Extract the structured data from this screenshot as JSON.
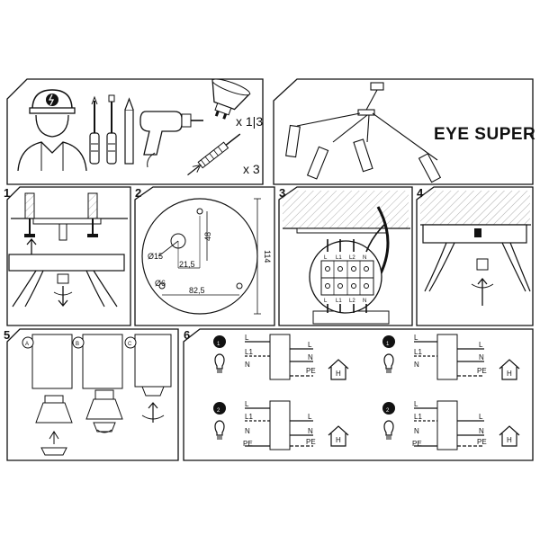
{
  "header": {
    "product_name": "EYE SUPER",
    "bulb_quantity": "x 1|3",
    "anchor_quantity": "x 3"
  },
  "steps": [
    {
      "number": "1"
    },
    {
      "number": "2"
    },
    {
      "number": "3"
    },
    {
      "number": "4"
    },
    {
      "number": "5"
    },
    {
      "number": "6"
    }
  ],
  "step2": {
    "dims": {
      "d15": "Ø15",
      "d6": "Ø6",
      "h48": "48",
      "w21": "21,5",
      "w82": "82,5",
      "h114": "114"
    }
  },
  "step3": {
    "terminal_top": [
      "L",
      "L1",
      "L2",
      "N"
    ],
    "terminal_bottom": [
      "L",
      "L1",
      "L2",
      "N"
    ]
  },
  "step5": {
    "variants": [
      "A",
      "B",
      "C"
    ]
  },
  "step6": {
    "markers": [
      "1",
      "2"
    ],
    "wiring_labels": {
      "L": "L",
      "L1": "L1",
      "N": "N",
      "PE": "PE",
      "house": "H"
    }
  }
}
